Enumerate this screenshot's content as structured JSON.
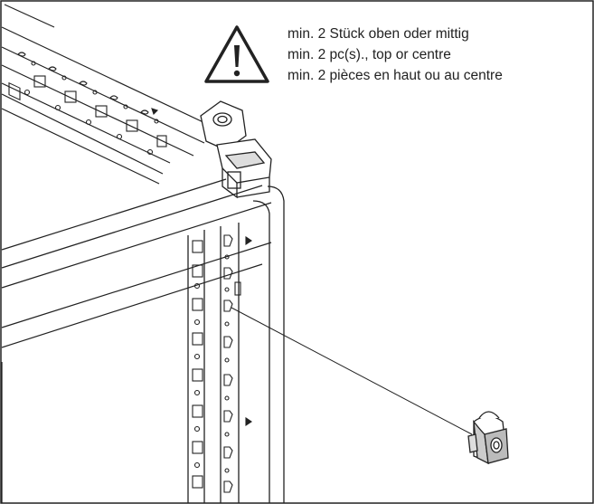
{
  "instructions": {
    "lines": [
      "min. 2 Stück oben oder mittig",
      "min. 2 pc(s)., top or centre",
      "min. 2 pièces en haut ou au centre"
    ]
  },
  "icons": {
    "warning": "warning-triangle-icon"
  },
  "colors": {
    "line": "#222222",
    "background": "#ffffff"
  }
}
